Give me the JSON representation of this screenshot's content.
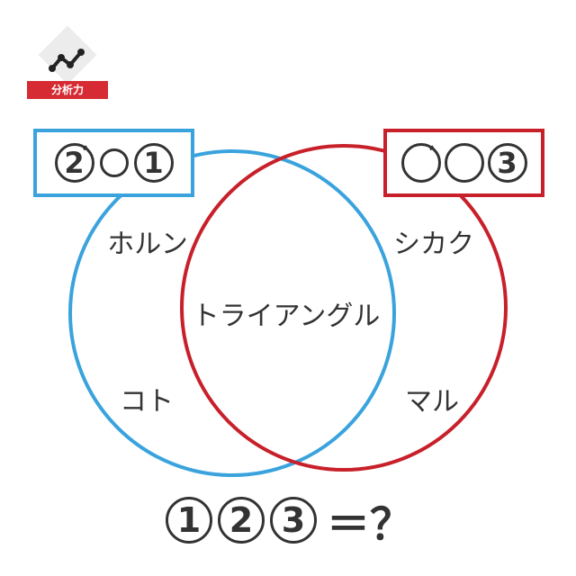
{
  "badge": {
    "label": "分析力",
    "icon": "trend-line-icon"
  },
  "venn": {
    "blue_color": "#3aa3dd",
    "red_color": "#c8202a",
    "left_only": [
      "ホルン",
      "コト"
    ],
    "right_only": [
      "シカク",
      "マル"
    ],
    "intersection": "トライアングル"
  },
  "clues": {
    "left": {
      "first": "2",
      "first_mark": "゛",
      "second": "",
      "third": "1"
    },
    "right": {
      "first": "",
      "first_mark": "゛",
      "second": "",
      "third": "3"
    }
  },
  "question": {
    "nums": [
      "1",
      "2",
      "3"
    ],
    "equals": "＝？"
  }
}
